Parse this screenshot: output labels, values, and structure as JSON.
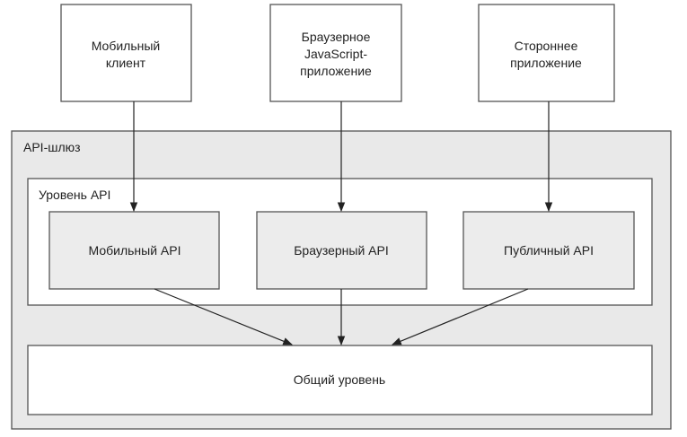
{
  "clients": [
    {
      "label_lines": [
        "Мобильный",
        "клиент"
      ]
    },
    {
      "label_lines": [
        "Браузерное",
        "JavaScript-",
        "приложение"
      ]
    },
    {
      "label_lines": [
        "Стороннее",
        "приложение"
      ]
    }
  ],
  "gateway": {
    "label": "API-шлюз",
    "api_level": {
      "label": "Уровень API",
      "apis": [
        {
          "label": "Мобильный API"
        },
        {
          "label": "Браузерный API"
        },
        {
          "label": "Публичный API"
        }
      ]
    },
    "common_level": {
      "label": "Общий уровень"
    }
  },
  "colors": {
    "gateway_fill": "#e9e9e9",
    "box_fill": "#ececec",
    "stroke": "#555555"
  }
}
